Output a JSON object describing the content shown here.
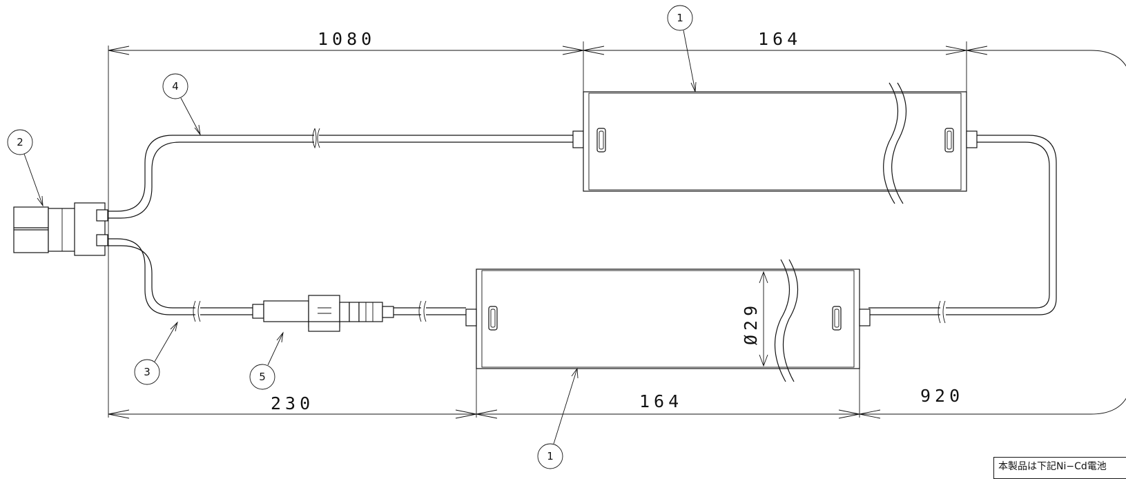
{
  "dimensions": {
    "top_left_length": "1080",
    "top_unit_length": "164",
    "bottom_left_length": "230",
    "bottom_unit_length": "164",
    "bottom_right_length": "920",
    "unit_diameter": "Ø29"
  },
  "balloons": {
    "unit_top": "1",
    "connector": "2",
    "lead_lower": "3",
    "lead_upper": "4",
    "inline_connector": "5",
    "unit_bottom": "1"
  },
  "note": {
    "text": "本製品は下記Ni−Cd電池"
  }
}
